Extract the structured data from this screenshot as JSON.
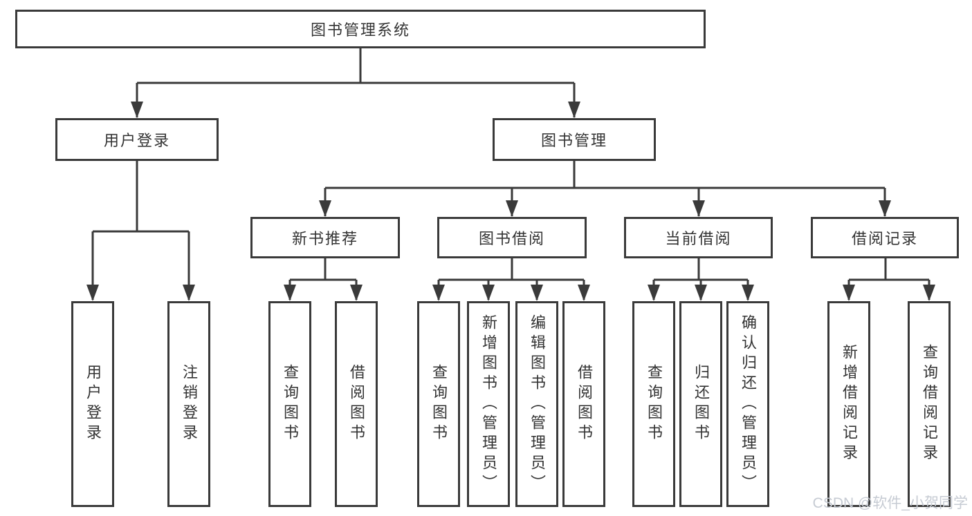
{
  "diagram": {
    "root": {
      "label": "图书管理系统"
    },
    "branches": [
      {
        "label": "用户登录",
        "children": [
          {
            "label": "用户登录"
          },
          {
            "label": "注销登录"
          }
        ]
      },
      {
        "label": "图书管理",
        "children": [
          {
            "label": "新书推荐",
            "children": [
              {
                "label": "查询图书"
              },
              {
                "label": "借阅图书"
              }
            ]
          },
          {
            "label": "图书借阅",
            "children": [
              {
                "label": "查询图书"
              },
              {
                "label": "新增图书（管理员）"
              },
              {
                "label": "编辑图书（管理员）"
              },
              {
                "label": "借阅图书"
              }
            ]
          },
          {
            "label": "当前借阅",
            "children": [
              {
                "label": "查询图书"
              },
              {
                "label": "归还图书"
              },
              {
                "label": "确认归还（管理员）"
              }
            ]
          },
          {
            "label": "借阅记录",
            "children": [
              {
                "label": "新增借阅记录"
              },
              {
                "label": "查询借阅记录"
              }
            ]
          }
        ]
      }
    ]
  },
  "watermark": {
    "text": "CSDN @软件_小贺同学"
  },
  "colors": {
    "line": "#3a3a3a",
    "box_border": "#3a3a3a",
    "text": "#333333",
    "background": "#ffffff",
    "watermark": "#c6cbd3"
  }
}
